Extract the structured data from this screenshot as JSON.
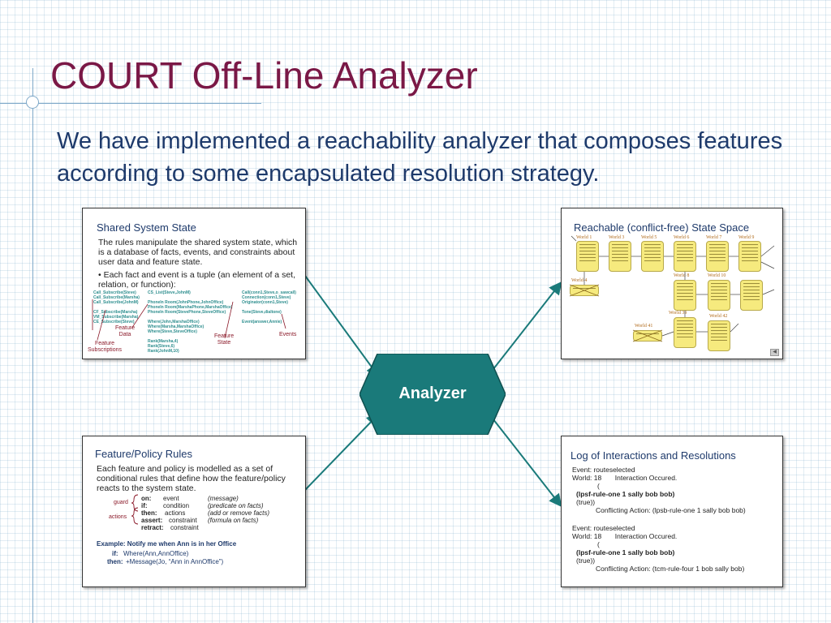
{
  "title": "COURT Off-Line Analyzer",
  "subtitle": "We have implemented a reachability analyzer that composes features according to some encapsulated resolution strategy.",
  "hub": {
    "label": "Analyzer",
    "color": "#1a7a7a"
  },
  "panels": {
    "shared_state": {
      "title": "Shared System State",
      "para1": "The rules manipulate the shared system state, which is a database of facts, events, and constraints about user data and feature state.",
      "para2": "• Each fact and event is a tuple (an element of a set, relation, or function):",
      "col1": "Call_Subscribe(Steve)\nCall_Subscribe(Marsha)\nCall_Subscribe(JohnM)\n\nCF_Subscribe(Marsha)\nVM_Subscribe(Marsha)\nCE_Subscribe(Steve)",
      "col2": "CS_List(Steve,JohnM)\n\nPhoneIn Room(JohnPhone,JohnOffice)\nPhoneIn Room(MarshaPhone,MarshaOffice)\nPhoneIn Room(StevePhone,SteveOffice)\n\nWhere(John,MarshaOffice)\nWhere(Marsha,MarshaOffice)\nWhere(Steve,SteveOffice)\n\nRank(Marsha,4)\nRank(Steve,6)\nRank(JohnM,10)",
      "col3": "Call(conn1,Steve,o_sawcall)\nConnection(conn1,Steve)\nOriginator(conn1,Steve)\n\nTone(Steve,dialtone)\n\nEvent(answer,Annie)",
      "label_feature_data": "Feature\nData",
      "label_feature_subscriptions": "Feature\nSubscriptions",
      "label_feature_state": "Feature\nState",
      "label_events": "Events"
    },
    "state_space": {
      "title": "Reachable (conflict-free) State Space",
      "worlds": [
        "World 1",
        "World 3",
        "World 5",
        "World 6",
        "World 7",
        "World 9",
        "World 4",
        "World 8",
        "World 10",
        "World 39",
        "World 41",
        "World 42"
      ]
    },
    "policy_rules": {
      "title": "Feature/Policy Rules",
      "intro": "Each feature and policy is modelled as a set of conditional rules that define how the feature/policy reacts to the system state.",
      "label_guard": "guard",
      "label_actions": "actions",
      "rows": [
        {
          "key": "on:",
          "val": "event",
          "note": "(message)"
        },
        {
          "key": "if:",
          "val": "condition",
          "note": "(predicate on facts)"
        },
        {
          "key": "then:",
          "val": "actions",
          "note": "(add or remove facts)"
        },
        {
          "key": "assert:",
          "val": "constraint",
          "note": "(formula on facts)"
        },
        {
          "key": "retract:",
          "val": "constraint",
          "note": ""
        }
      ],
      "example_title": "Example:  Notify me when Ann is in her Office",
      "example_if_key": "if:",
      "example_if": "Where(Ann,AnnOffice)",
      "example_then_key": "then:",
      "example_then": "+Message(Jo, “Ann in AnnOffice”)"
    },
    "log": {
      "title": "Log of Interactions and Resolutions",
      "entry1": {
        "event": "Event: routeselected",
        "world": "World: 18       Interaction Occured.",
        "paren": "(",
        "rule": "(lpsf-rule-one 1 sally bob bob)",
        "truth": "(true))",
        "conflict": "Conflicting Action: (lpsb-rule-one 1 sally bob bob)"
      },
      "entry2": {
        "event": "Event: routeselected",
        "world": "World: 18       Interaction Occured.",
        "paren": "(",
        "rule": "(lpsf-rule-one 1 sally bob bob)",
        "truth": "(true))",
        "conflict": "Conflicting Action: (tcm-rule-four 1 bob sally bob)"
      }
    }
  }
}
